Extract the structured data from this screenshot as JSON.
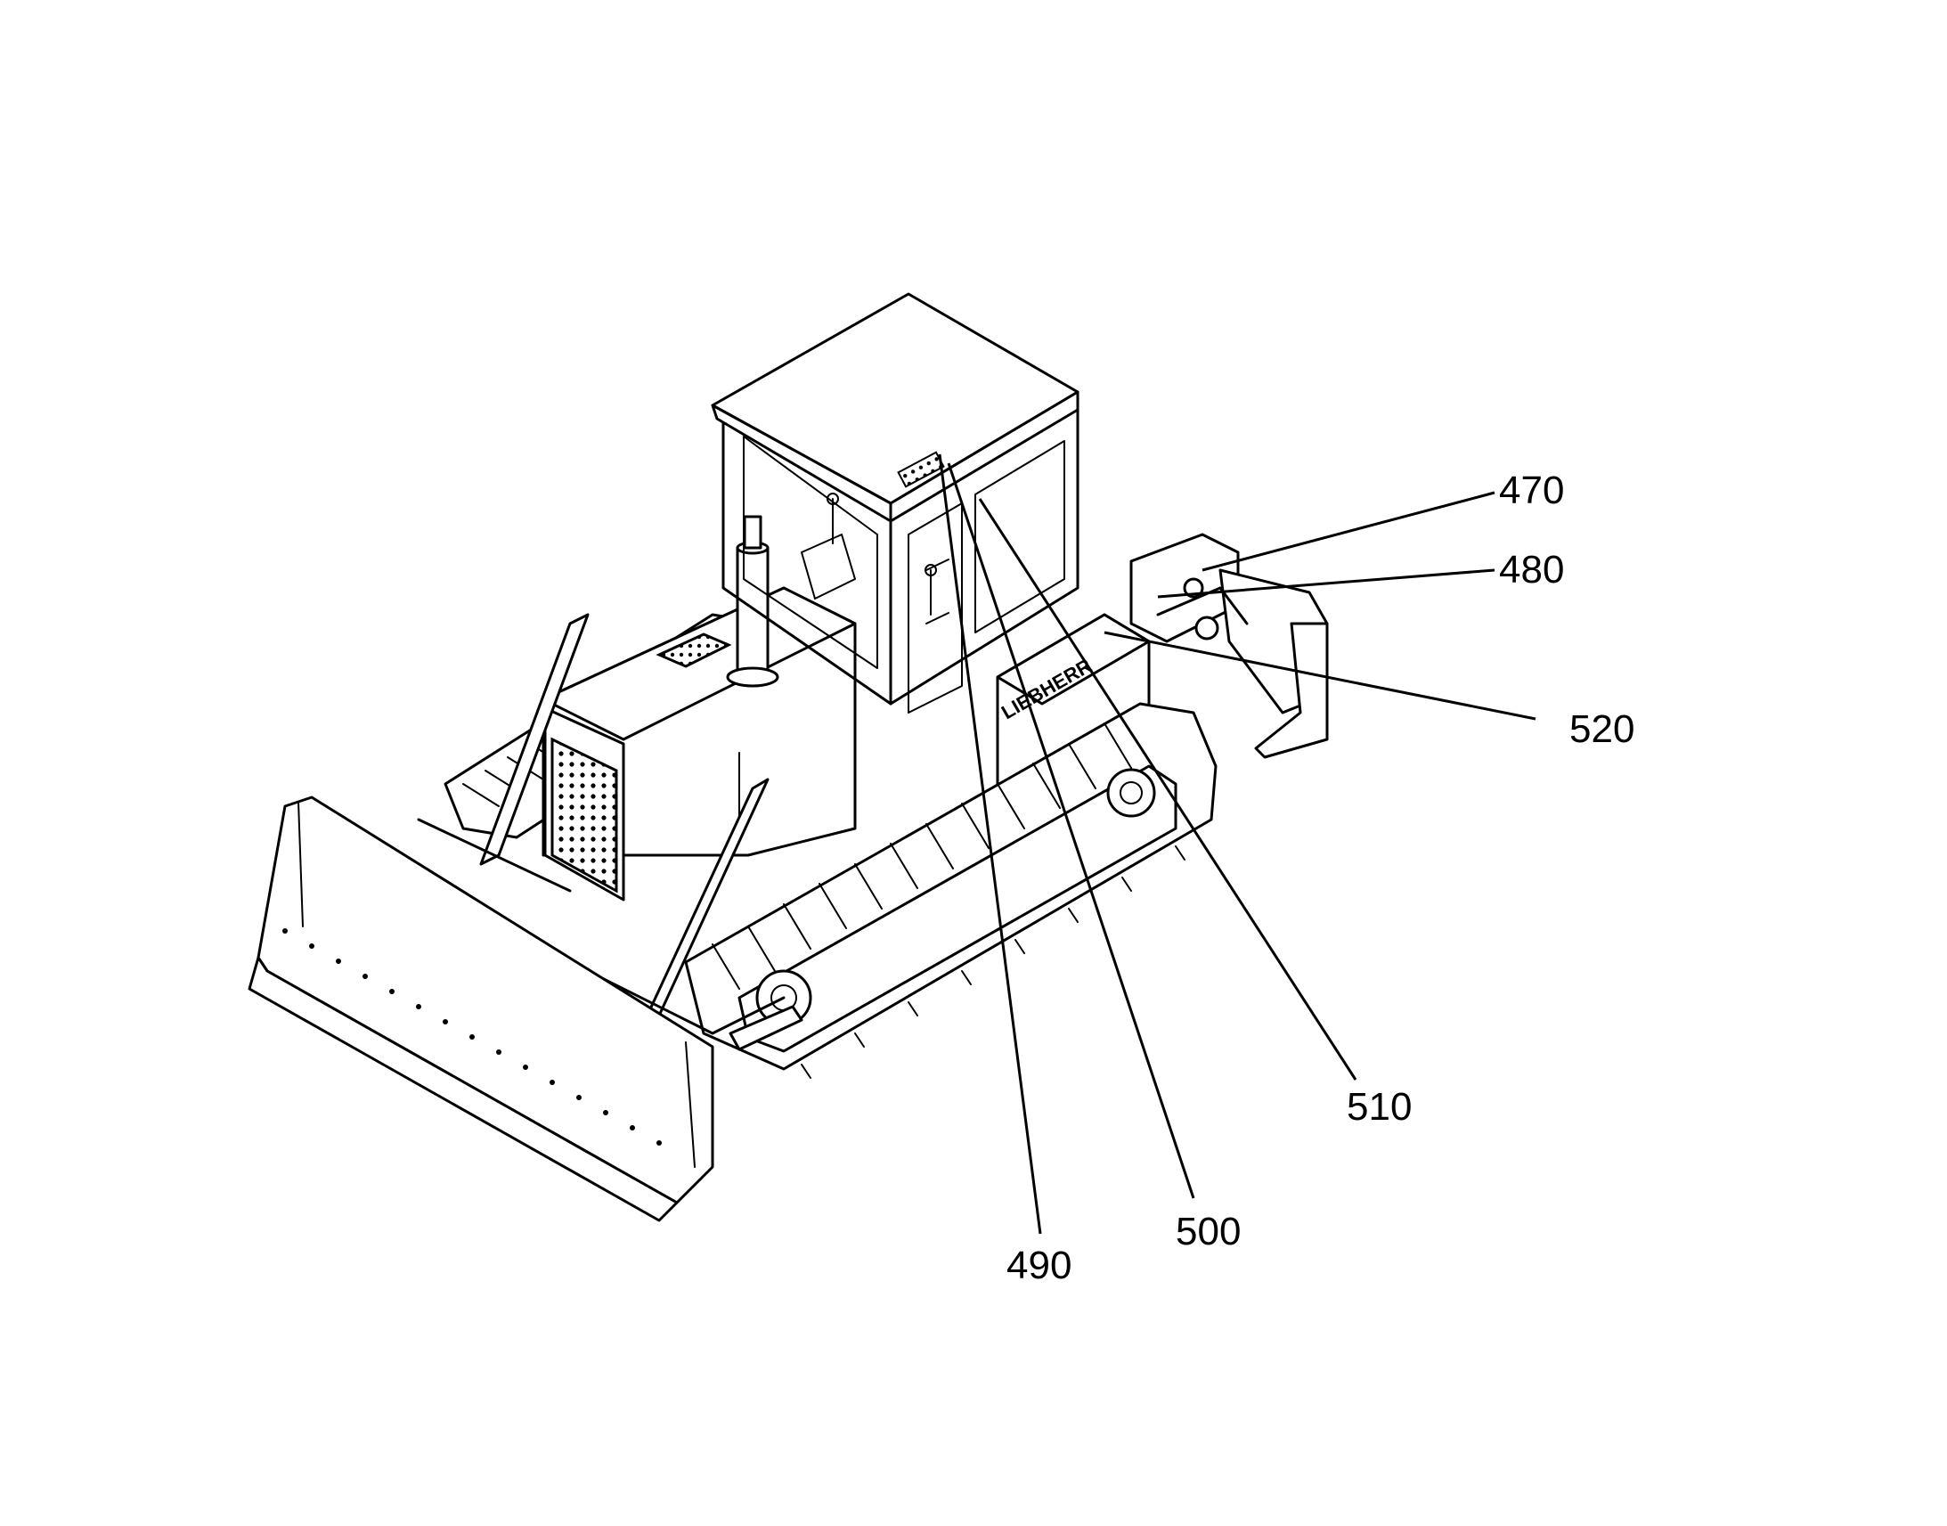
{
  "figure": {
    "subject_icon": "crawler-dozer-icon",
    "line_color": "#000000",
    "background": "#ffffff"
  },
  "callouts": [
    {
      "id": "c470",
      "label": "470"
    },
    {
      "id": "c480",
      "label": "480"
    },
    {
      "id": "c520",
      "label": "520"
    },
    {
      "id": "c510",
      "label": "510"
    },
    {
      "id": "c500",
      "label": "500"
    },
    {
      "id": "c490",
      "label": "490"
    }
  ]
}
